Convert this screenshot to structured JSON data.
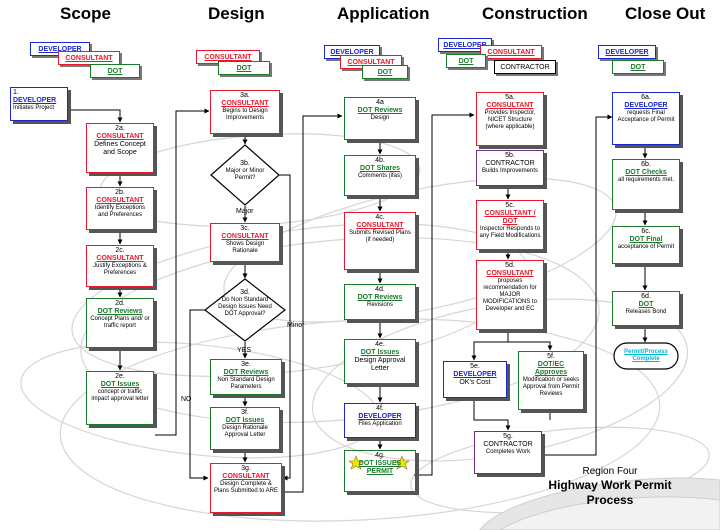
{
  "headers": {
    "scope": "Scope",
    "design": "Design",
    "application": "Application",
    "construction": "Construction",
    "close_out": "Close Out"
  },
  "legends": {
    "scope": [
      "DEVELOPER",
      "CONSULTANT",
      "DOT"
    ],
    "design": [
      "CONSULTANT",
      "DOT"
    ],
    "application": [
      "DEVELOPER",
      "CONSULTANT",
      "DOT"
    ],
    "construction": [
      "DEVELOPER",
      "CONSULTANT",
      "DOT",
      "CONTRACTOR"
    ],
    "close_out": [
      "DEVELOPER",
      "DOT"
    ]
  },
  "scope": {
    "s1": {
      "num": "1.",
      "agent": "DEVELOPER",
      "desc": "Initiates Project"
    },
    "s2a": {
      "num": "2a.",
      "agent": "CONSULTANT",
      "desc": "Defines Concept and Scope"
    },
    "s2b": {
      "num": "2b.",
      "agent": "CONSULTANT",
      "desc": "Identify Exceptions and Preferences"
    },
    "s2c": {
      "num": "2c.",
      "agent": "CONSULTANT",
      "desc": "Justify Exceptions & Preferences"
    },
    "s2d": {
      "num": "2d.",
      "agent": "DOT Reviews",
      "desc": "Concept Plans and/ or traffic report"
    },
    "s2e": {
      "num": "2e.",
      "agent": "DOT Issues",
      "desc": "concept or traffic impact approval letter"
    }
  },
  "design": {
    "d3a": {
      "num": "3a.",
      "agent": "CONSULTANT",
      "desc": "Begins to Design Improvements"
    },
    "d3b": {
      "num": "3b.",
      "desc": "Major or Minor Permit?"
    },
    "d3c": {
      "num": "3c.",
      "agent": "CONSULTANT",
      "desc": "Shows Design Rationale"
    },
    "d3d": {
      "num": "3d.",
      "desc": "Do Non Standard Design Issues Need DOT Approval?"
    },
    "d3e": {
      "num": "3e.",
      "agent": "DOT Reviews",
      "desc": "Non Standard Design Parameters"
    },
    "d3f": {
      "num": "3f.",
      "agent": "DOT Issues",
      "desc": "Design Rationale Approval Letter"
    },
    "d3g": {
      "num": "3g.",
      "agent": "CONSULTANT",
      "desc": "Design Complete & Plans Submitted to ARE"
    },
    "lbl_major": "Major",
    "lbl_minor": "Minor",
    "lbl_yes": "YES",
    "lbl_no": "NO"
  },
  "application": {
    "a4a": {
      "num": "4a",
      "agent": "DOT Reviews",
      "desc": "Design"
    },
    "a4b": {
      "num": "4b.",
      "agent": "DOT Shares",
      "desc": "Comments (ifas)"
    },
    "a4c": {
      "num": "4c.",
      "agent": "CONSULTANT",
      "desc": "Submits Revised Plans (if needed)"
    },
    "a4d": {
      "num": "4d.",
      "agent": "DOT Reviews",
      "desc": "Revisions"
    },
    "a4e": {
      "num": "4e.",
      "agent": "DOT Issues",
      "desc": "Design Approval Letter"
    },
    "a4f": {
      "num": "4f.",
      "agent": "DEVELOPER",
      "desc": "Files Application"
    },
    "a4g": {
      "num": "4g.",
      "agent": "DOT ISSUES",
      "desc": "PERMIT"
    }
  },
  "construction": {
    "c5a": {
      "num": "5a.",
      "agent": "CONSULTANT",
      "desc": "Provides Inspector, NICET Structure (where applicable)"
    },
    "c5b": {
      "num": "5b.",
      "agent": "CONTRACTOR",
      "desc": "Builds Improvements"
    },
    "c5c": {
      "num": "5c.",
      "agent": "CONSULTANT / DOT",
      "desc": "Inspector Responds to any Field Modifications"
    },
    "c5d": {
      "num": "5d.",
      "agent": "CONSULTANT",
      "desc": "proposes recommendation for MAJOR MODIFICATIONS to Developer and EC"
    },
    "c5e": {
      "num": "5e.",
      "agent": "DEVELOPER",
      "desc": "OK's Cost"
    },
    "c5f": {
      "num": "5f.",
      "agent": "DOT/EC Approves",
      "desc": "Modification or seeks Approval from Permit Reviews"
    },
    "c5g": {
      "num": "5g.",
      "agent": "CONTRACTOR",
      "desc": "Completes Work"
    }
  },
  "close_out": {
    "o6a": {
      "num": "6a.",
      "agent": "DEVELOPER",
      "desc": "requests Final Acceptance of Permit"
    },
    "o6b": {
      "num": "6b.",
      "agent": "DOT Checks",
      "desc": "all requirements met."
    },
    "o6c": {
      "num": "6c.",
      "agent": "DOT Final",
      "desc": "acceptance of Permit"
    },
    "o6d": {
      "num": "6d.",
      "agent": "DOT",
      "desc": "Releases Bond"
    },
    "terminal": "Permit/Process Complete"
  },
  "region": {
    "line1": "Region Four",
    "line2": "Highway Work Permit",
    "line3": "Process"
  },
  "colors": {
    "developer": "#1a2ad0",
    "consultant": "#e8192c",
    "dot": "#1c7a2b",
    "contractor": "#000000",
    "purple": "#6e2f7e",
    "terminal_text": "#00b4d8"
  }
}
